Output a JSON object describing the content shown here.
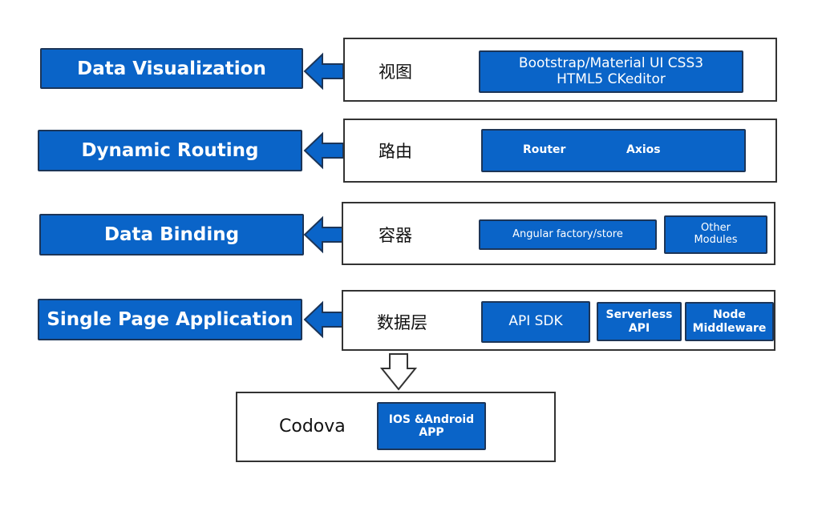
{
  "rows": [
    {
      "label": "Data Visualization",
      "layer": "视图",
      "chips": [
        "Bootstrap/Material UI  CSS3\nHTML5 CKeditor"
      ]
    },
    {
      "label": "Dynamic Routing",
      "layer": "路由",
      "chips": [
        "Router",
        "Axios"
      ]
    },
    {
      "label": "Data Binding",
      "layer": "容器",
      "chips": [
        "Angular factory/store",
        "Other\nModules"
      ]
    },
    {
      "label": "Single Page Application",
      "layer": "数据层",
      "chips": [
        "API SDK",
        "Serverless\nAPI",
        "Node\nMiddleware"
      ]
    }
  ],
  "bottom": {
    "layer": "Codova",
    "chip": "IOS &Android\nAPP"
  },
  "colors": {
    "box_blue": "#0a64c8",
    "border_dark": "#1c3558"
  }
}
